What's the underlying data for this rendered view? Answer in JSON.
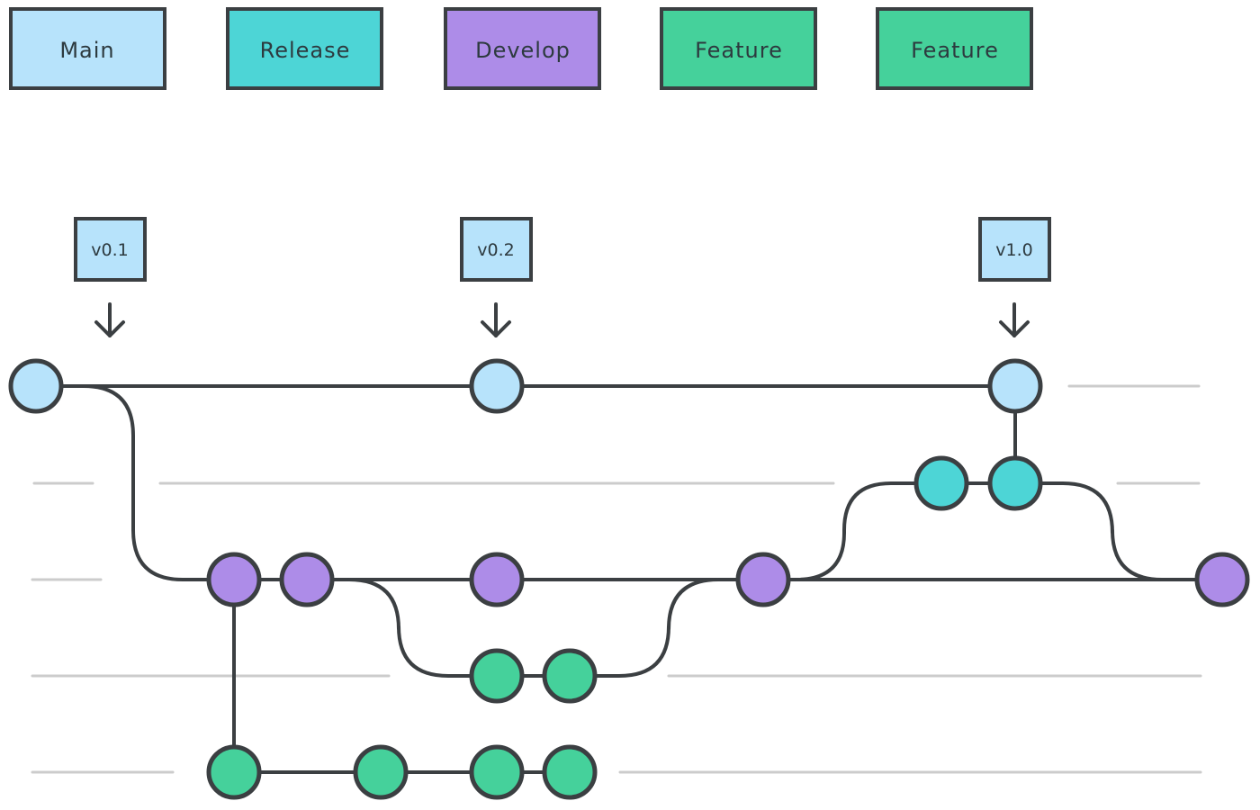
{
  "colors": {
    "main": "#b7e3fb",
    "release": "#4dd5d6",
    "develop": "#ad8ce8",
    "feature": "#45d19b",
    "stroke": "#3b3f42",
    "guide": "#cccccc"
  },
  "legend": [
    {
      "id": "main",
      "label": "Main",
      "color": "#b7e3fb"
    },
    {
      "id": "release",
      "label": "Release",
      "color": "#4dd5d6"
    },
    {
      "id": "develop",
      "label": "Develop",
      "color": "#ad8ce8"
    },
    {
      "id": "feature-1",
      "label": "Feature",
      "color": "#45d19b"
    },
    {
      "id": "feature-2",
      "label": "Feature",
      "color": "#45d19b"
    }
  ],
  "tags": [
    {
      "id": "v01",
      "label": "v0.1"
    },
    {
      "id": "v02",
      "label": "v0.2"
    },
    {
      "id": "v10",
      "label": "v1.0"
    }
  ]
}
